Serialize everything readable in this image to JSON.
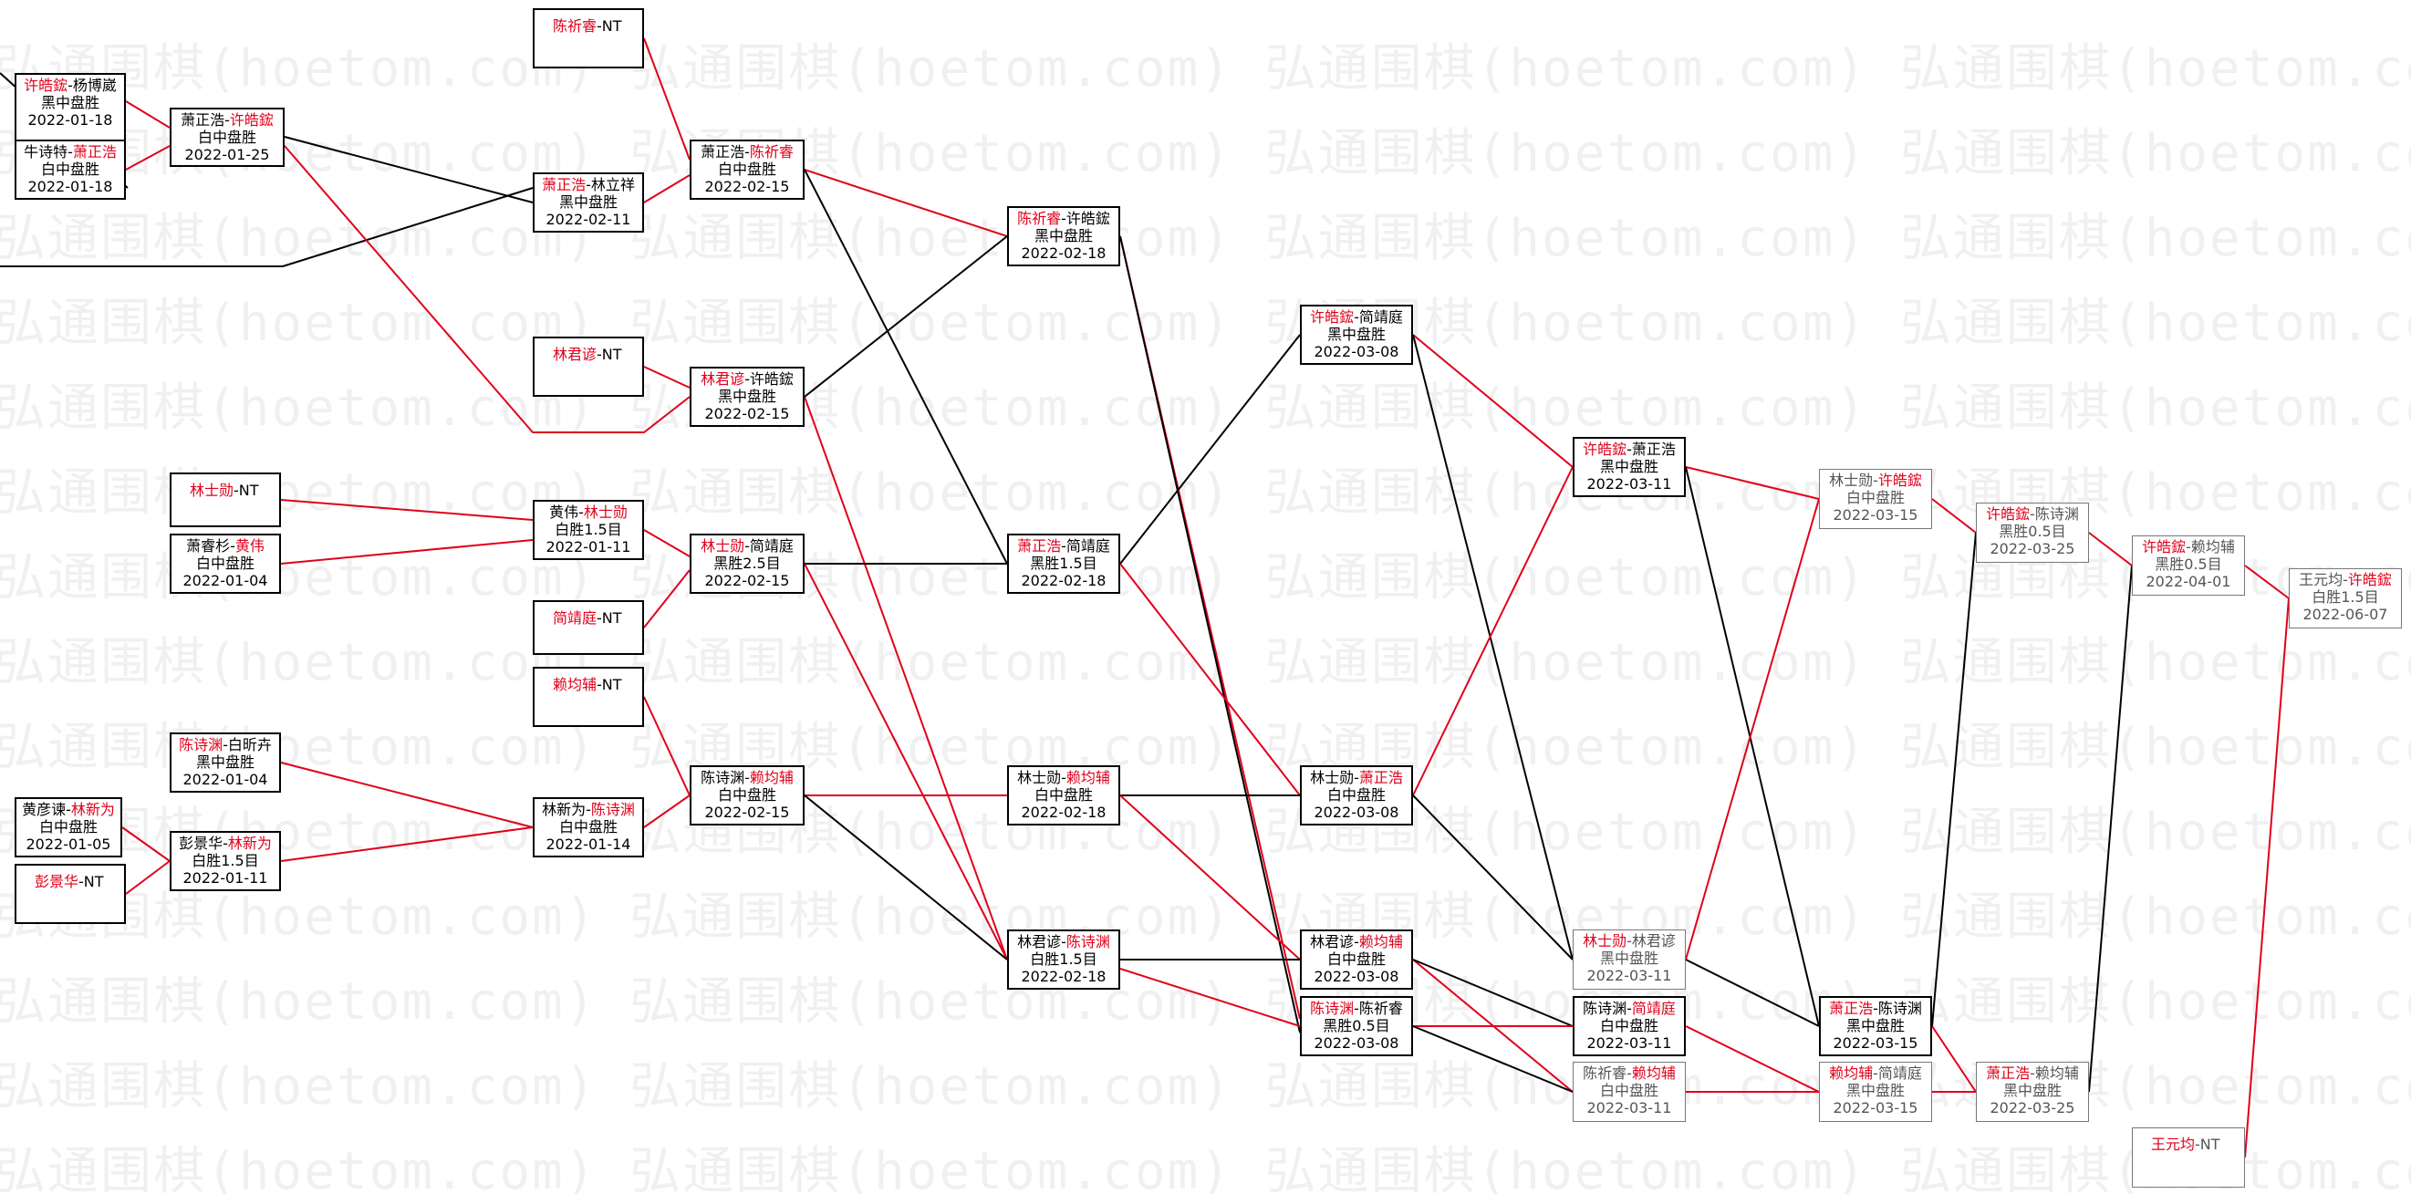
{
  "watermark": "弘通围棋(hoetom.com)",
  "colors": {
    "winner": "#e0001b",
    "loser": "#000000",
    "red_line": "#e0001b",
    "black_line": "#000000"
  },
  "boxes": {
    "b1": {
      "w": "许皓鋐",
      "l": "杨博崴",
      "winner_first": true,
      "result": "黑中盘胜",
      "date": "2022-01-18"
    },
    "b2": {
      "w": "萧正浩",
      "l": "牛诗特",
      "winner_first": false,
      "result": "白中盘胜",
      "date": "2022-01-18"
    },
    "b3": {
      "w": "许皓鋐",
      "l": "萧正浩",
      "winner_first": false,
      "result": "白中盘胜",
      "date": "2022-01-25"
    },
    "b4": {
      "w": "陈祈睿",
      "l": "NT",
      "winner_first": true,
      "nt": true
    },
    "b5": {
      "w": "萧正浩",
      "l": "林立祥",
      "winner_first": true,
      "result": "黑中盘胜",
      "date": "2022-02-11"
    },
    "b6": {
      "w": "陈祈睿",
      "l": "萧正浩",
      "winner_first": false,
      "result": "白中盘胜",
      "date": "2022-02-15"
    },
    "b7": {
      "w": "林君谚",
      "l": "NT",
      "winner_first": true,
      "nt": true
    },
    "b8": {
      "w": "林君谚",
      "l": "许皓鋐",
      "winner_first": true,
      "result": "黑中盘胜",
      "date": "2022-02-15"
    },
    "b9": {
      "w": "陈祈睿",
      "l": "许皓鋐",
      "winner_first": true,
      "result": "黑中盘胜",
      "date": "2022-02-18"
    },
    "b10": {
      "w": "林士勋",
      "l": "NT",
      "winner_first": true,
      "nt": true
    },
    "b11": {
      "w": "黄伟",
      "l": "萧睿杉",
      "winner_first": false,
      "result": "白中盘胜",
      "date": "2022-01-04"
    },
    "b12": {
      "w": "林士勋",
      "l": "黄伟",
      "winner_first": false,
      "result": "白胜1.5目",
      "date": "2022-01-11"
    },
    "b13": {
      "w": "简靖庭",
      "l": "NT",
      "winner_first": true,
      "nt": true
    },
    "b14": {
      "w": "林士勋",
      "l": "简靖庭",
      "winner_first": true,
      "result": "黑胜2.5目",
      "date": "2022-02-15"
    },
    "b15": {
      "w": "萧正浩",
      "l": "简靖庭",
      "winner_first": true,
      "result": "黑胜1.5目",
      "date": "2022-02-18"
    },
    "b16": {
      "w": "许皓鋐",
      "l": "简靖庭",
      "winner_first": true,
      "result": "黑中盘胜",
      "date": "2022-03-08"
    },
    "b17": {
      "w": "赖均辅",
      "l": "NT",
      "winner_first": true,
      "nt": true
    },
    "b18": {
      "w": "陈诗渊",
      "l": "白昕卉",
      "winner_first": true,
      "result": "黑中盘胜",
      "date": "2022-01-04"
    },
    "b19": {
      "w": "林新为",
      "l": "黄彦谏",
      "winner_first": false,
      "result": "白中盘胜",
      "date": "2022-01-05"
    },
    "b20": {
      "w": "林新为",
      "l": "彭景华",
      "winner_first": false,
      "result": "白胜1.5目",
      "date": "2022-01-11"
    },
    "b21": {
      "w": "彭景华",
      "l": "NT",
      "winner_first": true,
      "nt": true
    },
    "b22": {
      "w": "陈诗渊",
      "l": "林新为",
      "winner_first": false,
      "result": "白中盘胜",
      "date": "2022-01-14"
    },
    "b23": {
      "w": "赖均辅",
      "l": "陈诗渊",
      "winner_first": false,
      "result": "白中盘胜",
      "date": "2022-02-15"
    },
    "b24": {
      "w": "赖均辅",
      "l": "林士勋",
      "winner_first": false,
      "result": "白中盘胜",
      "date": "2022-02-18"
    },
    "b25": {
      "w": "萧正浩",
      "l": "林士勋",
      "winner_first": false,
      "result": "白中盘胜",
      "date": "2022-03-08"
    },
    "b26": {
      "w": "陈诗渊",
      "l": "林君谚",
      "winner_first": false,
      "result": "白胜1.5目",
      "date": "2022-02-18"
    },
    "b27": {
      "w": "赖均辅",
      "l": "林君谚",
      "winner_first": false,
      "result": "白中盘胜",
      "date": "2022-03-08"
    },
    "b28": {
      "w": "陈诗渊",
      "l": "陈祈睿",
      "winner_first": true,
      "result": "黑胜0.5目",
      "date": "2022-03-08"
    },
    "b29": {
      "w": "许皓鋐",
      "l": "萧正浩",
      "winner_first": true,
      "result": "黑中盘胜",
      "date": "2022-03-11"
    },
    "b30": {
      "w": "林士勋",
      "l": "林君谚",
      "winner_first": true,
      "result": "黑中盘胜",
      "date": "2022-03-11"
    },
    "b31": {
      "w": "简靖庭",
      "l": "陈诗渊",
      "winner_first": false,
      "result": "白中盘胜",
      "date": "2022-03-11"
    },
    "b32": {
      "w": "赖均辅",
      "l": "陈祈睿",
      "winner_first": false,
      "result": "白中盘胜",
      "date": "2022-03-11"
    },
    "b33": {
      "w": "许皓鋐",
      "l": "林士勋",
      "winner_first": false,
      "result": "白中盘胜",
      "date": "2022-03-15"
    },
    "b34": {
      "w": "萧正浩",
      "l": "陈诗渊",
      "winner_first": true,
      "result": "黑中盘胜",
      "date": "2022-03-15"
    },
    "b35": {
      "w": "赖均辅",
      "l": "简靖庭",
      "winner_first": true,
      "result": "黑中盘胜",
      "date": "2022-03-15"
    },
    "b36": {
      "w": "许皓鋐",
      "l": "陈诗渊",
      "winner_first": true,
      "result": "黑胜0.5目",
      "date": "2022-03-25"
    },
    "b37": {
      "w": "萧正浩",
      "l": "赖均辅",
      "winner_first": true,
      "result": "黑中盘胜",
      "date": "2022-03-25"
    },
    "b38": {
      "w": "许皓鋐",
      "l": "赖均辅",
      "winner_first": true,
      "result": "黑胜0.5目",
      "date": "2022-04-01"
    },
    "b39": {
      "w": "王元均",
      "l": "NT",
      "winner_first": true,
      "nt": true
    },
    "b40": {
      "w": "许皓鋐",
      "l": "王元均",
      "winner_first": false,
      "result": "白胜1.5目",
      "date": "2022-06-07"
    }
  }
}
